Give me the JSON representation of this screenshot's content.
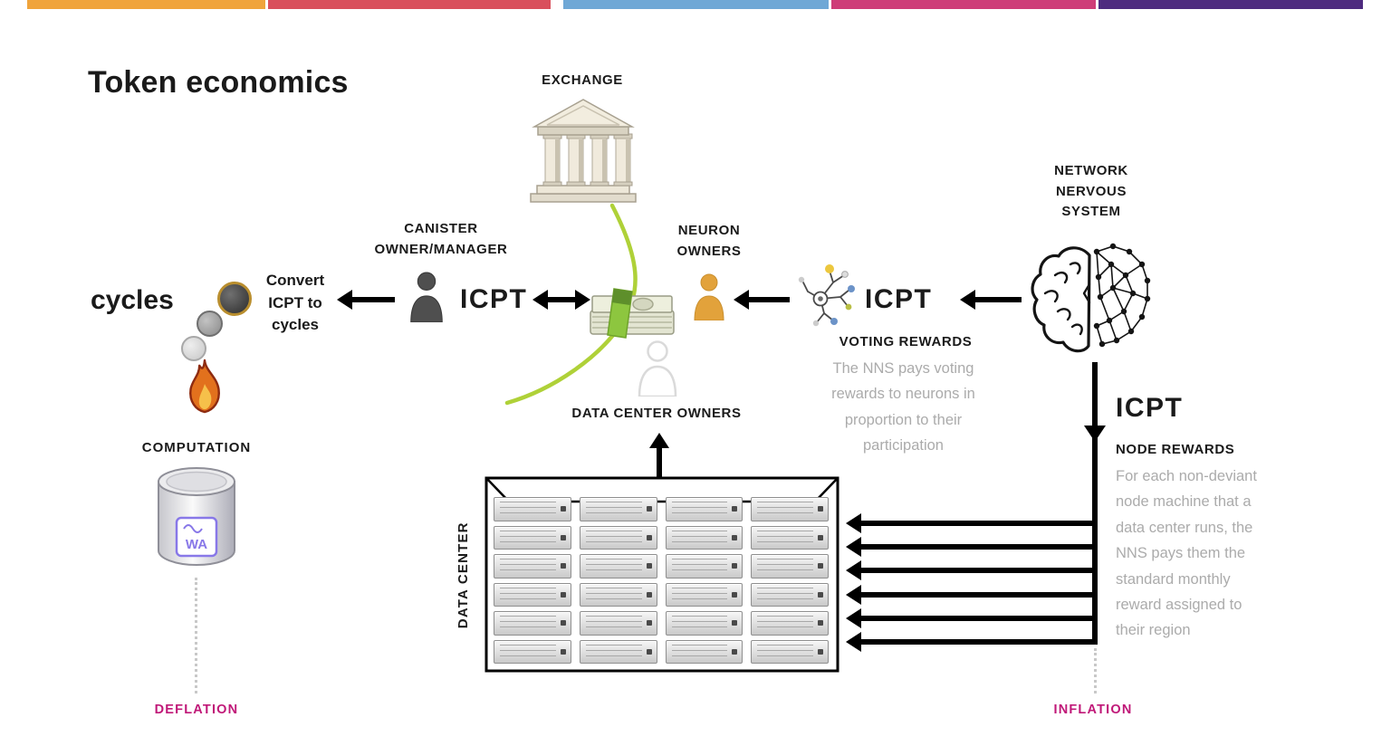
{
  "title": "Token economics",
  "stripe_colors": [
    "#F0A43B",
    "#D94F5C",
    "#6FA8D6",
    "#CE3D78",
    "#4E2B7F"
  ],
  "labels": {
    "exchange": "EXCHANGE",
    "canister_owner": "CANISTER\nOWNER/MANAGER",
    "neuron_owners": "NEURON\nOWNERS",
    "nns": "NETWORK\nNERVOUS\nSYSTEM",
    "data_center_owners": "DATA CENTER OWNERS",
    "data_center": "DATA CENTER",
    "computation": "COMPUTATION",
    "cycles": "cycles",
    "convert": "Convert\nICPT to\ncycles",
    "deflation": "DEFLATION",
    "inflation": "INFLATION"
  },
  "tokens": {
    "exchange": "ICPT",
    "voting": "ICPT",
    "node": "ICPT"
  },
  "voting_rewards": {
    "title": "VOTING REWARDS",
    "body": "The NNS pays voting\nrewards to neurons in\nproportion to their\nparticipation"
  },
  "node_rewards": {
    "title": "NODE REWARDS",
    "body": "For each non-deviant\nnode machine that a\ndata center runs, the\nNNS pays them the\nstandard monthly\nreward assigned to\ntheir region"
  },
  "computation_badge": "WA",
  "data_center_grid": {
    "columns": 4,
    "rows": 6
  },
  "colors": {
    "magenta": "#C01878",
    "green_curve": "#AFD138",
    "gray_text": "#ABABAB"
  }
}
